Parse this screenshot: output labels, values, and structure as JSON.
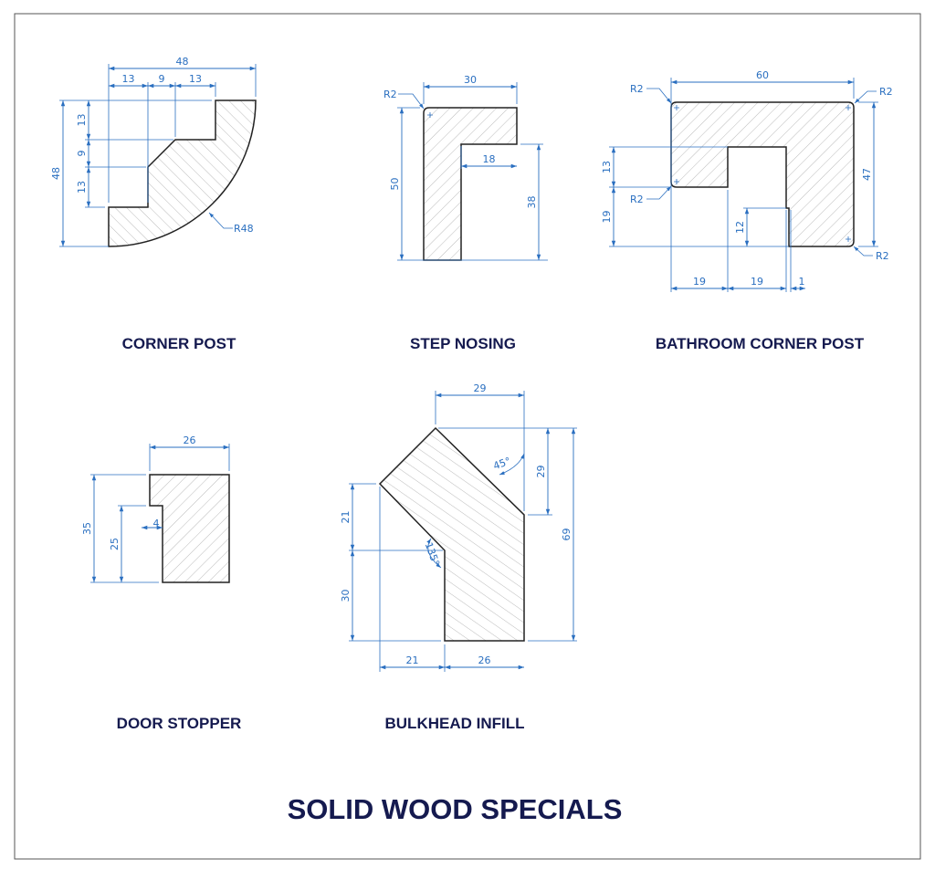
{
  "main_title": "SOLID WOOD SPECIALS",
  "colors": {
    "outline": "#222222",
    "dimension": "#2a6fc0",
    "title": "#151a4f",
    "hatch": "#b8b8b8"
  },
  "profiles": {
    "corner_post": {
      "title": "CORNER POST",
      "dims": {
        "overall_width": "48",
        "w1": "13",
        "w2": "9",
        "w3": "13",
        "overall_height": "48",
        "h1": "13",
        "h2": "9",
        "h3": "13",
        "radius": "R48"
      }
    },
    "step_nosing": {
      "title": "STEP NOSING",
      "dims": {
        "width": "30",
        "inner": "18",
        "height": "50",
        "leg": "38",
        "radius": "R2"
      }
    },
    "bathroom_corner_post": {
      "title": "BATHROOM CORNER POST",
      "dims": {
        "width": "60",
        "height": "47",
        "h_upper": "13",
        "h_lower": "19",
        "notch": "12",
        "b1": "19",
        "b2": "19",
        "b3": "1",
        "r_tl": "R2",
        "r_tr": "R2",
        "r_bl": "R2",
        "r_br": "R2"
      }
    },
    "door_stopper": {
      "title": "DOOR STOPPER",
      "dims": {
        "width": "26",
        "height": "35",
        "rebate_height": "25",
        "rebate_depth": "4"
      }
    },
    "bulkhead_infill": {
      "title": "BULKHEAD INFILL",
      "dims": {
        "top_width": "29",
        "top_height": "29",
        "height": "69",
        "left_upper": "21",
        "left_lower": "30",
        "bottom_left": "21",
        "bottom_right": "26",
        "angle_top": "45°",
        "angle_inner": "135°"
      }
    }
  }
}
